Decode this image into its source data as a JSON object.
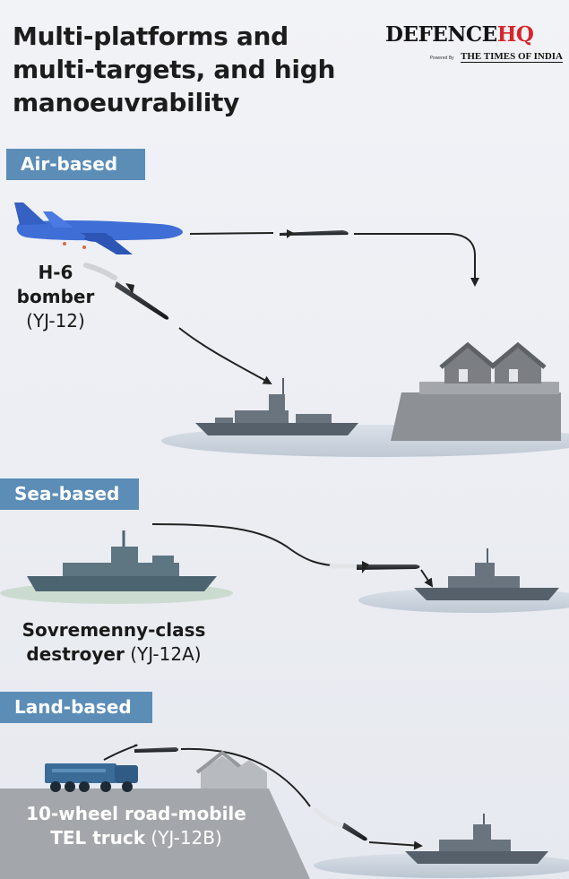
{
  "headline": "Multi-platforms and multi-targets, and high manoeuvrability",
  "logo": {
    "brand_main": "DEFENCE",
    "brand_accent": "HQ",
    "powered_by": "Powered By",
    "publisher": "THE TIMES OF INDIA"
  },
  "sections": {
    "air": {
      "tag": "Air-based",
      "platform_name": "H-6",
      "platform_type": "bomber",
      "missile": "(YJ-12)"
    },
    "sea": {
      "tag": "Sea-based",
      "platform_name": "Sovremenny-class",
      "platform_type": "destroyer",
      "missile": "(YJ-12A)"
    },
    "land": {
      "tag": "Land-based",
      "platform_name": "10-wheel road-mobile",
      "platform_type": "TEL truck",
      "missile": "(YJ-12B)"
    }
  },
  "colors": {
    "tag_background": "#5b8db7",
    "headline": "#1c1c1c",
    "brand_accent": "#d6262b",
    "bomber": "#3f6ed6",
    "ship": "#55606b",
    "truck": "#3b6c98",
    "land_mass": "#a3a6aa"
  },
  "icons": [
    "bomber-aircraft",
    "cruise-missile",
    "warship",
    "coastal-fortification",
    "house",
    "tel-truck"
  ]
}
